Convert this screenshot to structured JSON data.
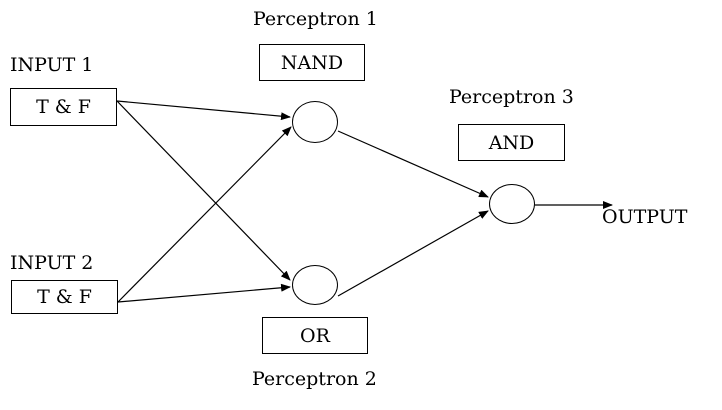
{
  "inputs": [
    {
      "label": "INPUT 1",
      "value": "T  &  F"
    },
    {
      "label": "INPUT 2",
      "value": "T  &  F"
    }
  ],
  "perceptrons": [
    {
      "title": "Perceptron 1",
      "gate": "NAND"
    },
    {
      "title": "Perceptron 2",
      "gate": "OR"
    },
    {
      "title": "Perceptron 3",
      "gate": "AND"
    }
  ],
  "output": {
    "label": "OUTPUT"
  },
  "edges": [
    {
      "from": "input-1",
      "to": "perceptron-1"
    },
    {
      "from": "input-1",
      "to": "perceptron-2"
    },
    {
      "from": "input-2",
      "to": "perceptron-1"
    },
    {
      "from": "input-2",
      "to": "perceptron-2"
    },
    {
      "from": "perceptron-1",
      "to": "perceptron-3"
    },
    {
      "from": "perceptron-2",
      "to": "perceptron-3"
    },
    {
      "from": "perceptron-3",
      "to": "output"
    }
  ],
  "colors": {
    "stroke": "#000000",
    "background": "#ffffff"
  }
}
